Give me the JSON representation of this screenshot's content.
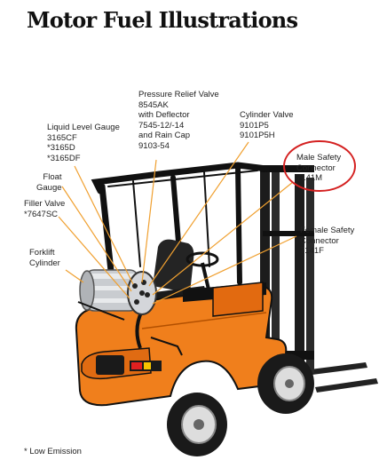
{
  "title": "Motor Fuel Illustrations",
  "labels": {
    "pressure_relief_valve": "Pressure Relief Valve\n8545AK\nwith Deflector\n7545-12/-14\nand Rain Cap\n9103-54",
    "cylinder_valve": "Cylinder Valve\n9101P5\n9101P5H",
    "liquid_level_gauge": "Liquid Level Gauge\n3165CF\n*3165D\n*3165DF",
    "male_safety_connector": "Male Safety\nConnector\n7141M",
    "float_gauge": "Float\nGauge",
    "filler_valve": "Filler Valve\n*7647SC",
    "female_safety_connector": "Female Safety\nConnector\n7141F",
    "forklift_cylinder": "Forklift\nCylinder"
  },
  "footnote": "* Low Emission",
  "colors": {
    "forklift_body": "#f07f1c",
    "leader_lines": "#f0a030",
    "highlight_circle": "#d42020",
    "mast": "#1a1a1a"
  }
}
